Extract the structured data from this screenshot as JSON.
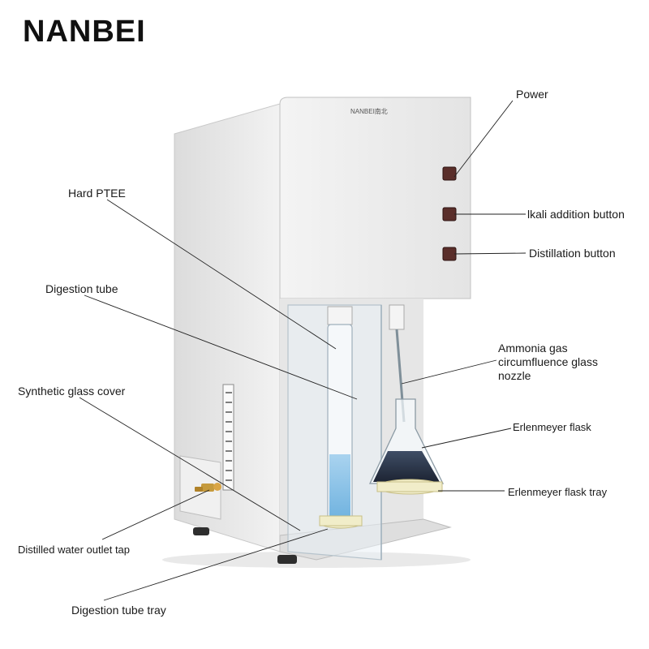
{
  "brand": {
    "logo_text": "NANBEI",
    "device_badge": "NANBEI南北"
  },
  "labels": {
    "power": "Power",
    "alkali_button": "lkali addition button",
    "distillation_button": "Distillation button",
    "hard_ptee": "Hard PTEE",
    "digestion_tube": "Digestion tube",
    "ammonia_nozzle": "Ammonia gas\ncircumfluence glass\nnozzle",
    "synthetic_cover": "Synthetic glass cover",
    "erlenmeyer_flask": "Erlenmeyer flask",
    "erlenmeyer_tray": "Erlenmeyer flask tray",
    "distilled_tap": "Distilled water outlet tap",
    "digestion_tray": "Digestion tube tray"
  }
}
